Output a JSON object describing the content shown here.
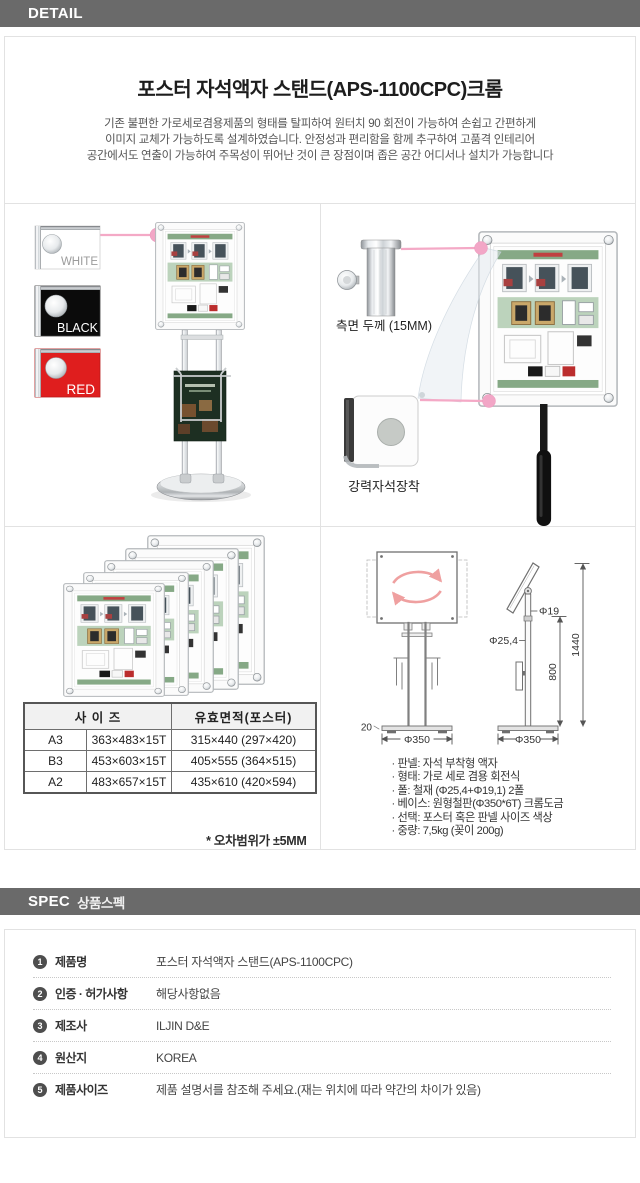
{
  "detail_header": {
    "label": "DETAIL"
  },
  "intro": {
    "title": "포스터 자석액자 스탠드(APS-1100CPC)크롬",
    "line1": "기존 불편한 가로세로겸용제품의 형태를 탈피하여 원터치 90 회전이 가능하여 손쉽고 간편하게",
    "line2": "이미지 교체가 가능하도록 설계하였습니다. 안정성과 편리함을 함께 추구하여 고품격 인테리어",
    "line3": "공간에서도 연출이  가능하여  주목성이 뛰어난 것이 큰 장점이며  좁은 공간 어디서나 설치가 가능합니다"
  },
  "colors_panel": {
    "swatches": [
      {
        "label": "WHITE",
        "bg": "#ffffff",
        "text_color": "#9b9b9b"
      },
      {
        "label": "BLACK",
        "bg": "#0b0b0b",
        "text_color": "#ffffff"
      },
      {
        "label": "RED",
        "bg": "#df1e1e",
        "text_color": "#ffffff"
      }
    ]
  },
  "features_panel": {
    "side_label": "측면 두께 (15MM)",
    "magnet_label": "강력자석장착"
  },
  "sizes_panel": {
    "table": {
      "header_size": "사 이 즈",
      "header_area": "유효면적(포스터)",
      "rows": [
        {
          "name": "A3",
          "dimension": "363×483×15T",
          "area": "315×440 (297×420)"
        },
        {
          "name": "B3",
          "dimension": "453×603×15T",
          "area": "405×555 (364×515)"
        },
        {
          "name": "A2",
          "dimension": "483×657×15T",
          "area": "435×610 (420×594)"
        }
      ]
    },
    "note": "* 오차범위가 ±5MM"
  },
  "drawing_panel": {
    "dims": {
      "pole_top": "Φ19",
      "pole_bottom": "Φ25,4",
      "height_mid": "800",
      "height_total": "1440",
      "base_front": "Φ350",
      "base_side": "Φ350",
      "base_thickness": "20"
    },
    "specs": [
      "· 판넬: 자석 부착형 액자",
      "· 형태: 가로 세로 겸용 회전식",
      "· 폴: 철재 (Φ25,4+Φ19,1) 2폴",
      "· 베이스: 원형철판(Φ350*6T) 크롬도금",
      "· 선택: 포스터 혹은 판넬 사이즈 색상",
      "· 중량: 7,5kg (꽂이 200g)"
    ]
  },
  "spec_header": {
    "label_en": "SPEC",
    "label_ko": "상품스펙"
  },
  "spec_table": {
    "rows": [
      {
        "num": "1",
        "label": "제품명",
        "value": "포스터 자석액자 스탠드(APS-1100CPC)"
      },
      {
        "num": "2",
        "label": "인증 · 허가사항",
        "value": "해당사항없음"
      },
      {
        "num": "3",
        "label": "제조사",
        "value": "ILJIN D&E"
      },
      {
        "num": "4",
        "label": "원산지",
        "value": "KOREA"
      },
      {
        "num": "5",
        "label": "제품사이즈",
        "value": "제품 설명서를 참조해 주세요.(재는 위치에 따라 약간의 차이가 있음)"
      }
    ]
  }
}
